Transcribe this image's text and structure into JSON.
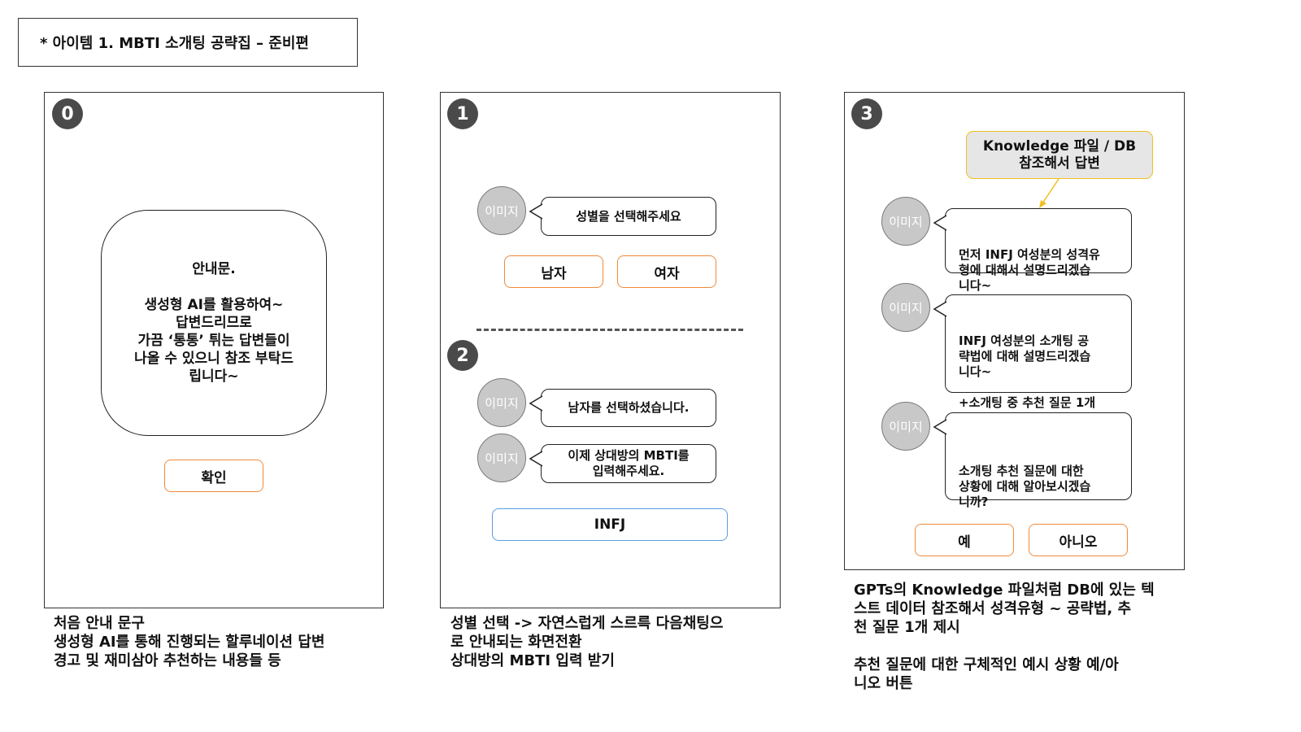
{
  "title": "* 아이템 1. MBTI 소개팅 공략집 – 준비편",
  "screen0": {
    "number": "0",
    "notice_title": "안내문.",
    "notice_body": "생성형 AI를 활용하여~\n답변드리므로\n가끔 ‘통통’ 튀는 답변들이\n나올 수 있으니 참조 부탁드\n립니다~",
    "confirm_button": "확인",
    "caption": "처음 안내 문구\n생성형 AI를 통해 진행되는 할루네이션 답변\n경고 및 재미삼아 추천하는 내용들 등"
  },
  "screen1": {
    "number": "1",
    "avatar_label": "이미지",
    "bubble_gender": "성별을 선택해주세요",
    "btn_male": "남자",
    "btn_female": "여자"
  },
  "screen2": {
    "number": "2",
    "avatar_label": "이미지",
    "bubble_selected": "남자를 선택하셨습니다.",
    "bubble_input": "이제 상대방의 MBTI를\n입력해주세요.",
    "mbti_input": "INFJ",
    "caption": "성별 선택 -> 자연스럽게 스르륵 다음채팅으\n로 안내되는 화면전환\n상대방의 MBTI 입력 받기"
  },
  "screen3": {
    "number": "3",
    "knowledge_box": "Knowledge 파일 / DB\n참조해서 답변",
    "avatar_label": "이미지",
    "bubble_1": "먼저 INFJ 여성분의 성격유\n형에 대해서 설명드리겠습\n니다~",
    "bubble_2": "INFJ 여성분의 소개팅 공\n략법에 대해 설명드리겠습\n니다~\n\n+소개팅 중 추천 질문 1개",
    "bubble_3": "소개팅 추천 질문에 대한\n상황에 대해 알아보시겠습\n니까?",
    "btn_yes": "예",
    "btn_no": "아니오",
    "caption": "GPTs의 Knowledge 파일처럼 DB에 있는 텍\n스트 데이터 참조해서 성격유형 ~ 공략법, 추\n천 질문 1개 제시\n\n추천 질문에 대한 구체적인 예시 상황 예/아\n니오 버튼"
  },
  "colors": {
    "button_orange": "#f08a3a",
    "input_blue": "#5a9de0",
    "knowledge_yellow": "#f0c020",
    "knowledge_fill": "#e6e6e6",
    "avatar_gray": "#c8c8c8",
    "badge_dark": "#4a4a4a"
  }
}
